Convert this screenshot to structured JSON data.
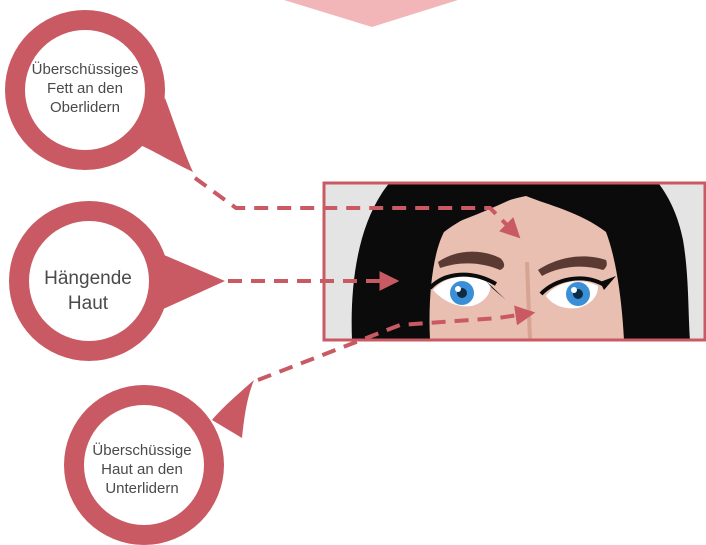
{
  "colors": {
    "accent": "#c95a63",
    "pink_top": "#f2b6b8",
    "skin": "#e8bfb0",
    "hair": "#0b0b0b",
    "iris": "#3a8fd6",
    "brow": "#5a3a33",
    "frame_bg": "#e4e4e4"
  },
  "callouts": [
    {
      "id": "upper-eyelid-fat",
      "text": "Überschüssiges\nFett an den\nOberlidern"
    },
    {
      "id": "hanging-skin",
      "text": "Hängende\nHaut"
    },
    {
      "id": "lower-eyelid-skin",
      "text": "Überschüssige\nHaut an den\nUnterlidern"
    }
  ]
}
